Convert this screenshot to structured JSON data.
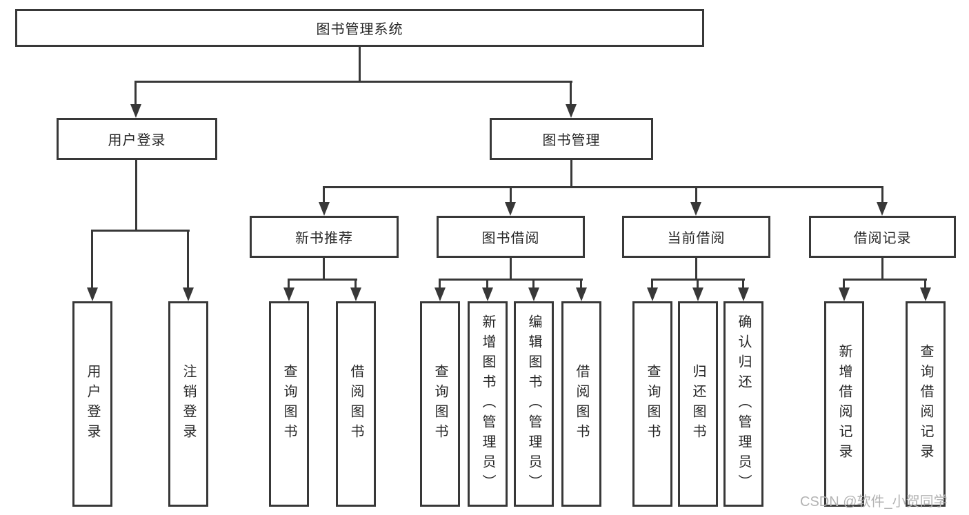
{
  "watermark": "CSDN @软件_小贺同学",
  "colors": {
    "line": "#383838",
    "text": "#262626",
    "watermark": "#b3b3b3",
    "background": "#ffffff"
  },
  "tree": {
    "root": {
      "label": "图书管理系统"
    },
    "level2": [
      {
        "id": "user-login",
        "label": "用户登录"
      },
      {
        "id": "book-management",
        "label": "图书管理"
      }
    ],
    "level3": [
      {
        "id": "new-book-recommend",
        "parent": "book-management",
        "label": "新书推荐"
      },
      {
        "id": "book-borrow",
        "parent": "book-management",
        "label": "图书借阅"
      },
      {
        "id": "current-borrow",
        "parent": "book-management",
        "label": "当前借阅"
      },
      {
        "id": "borrow-records",
        "parent": "book-management",
        "label": "借阅记录"
      }
    ],
    "leaves": [
      {
        "parent": "user-login",
        "label": "用户登录"
      },
      {
        "parent": "user-login",
        "label": "注销登录"
      },
      {
        "parent": "new-book-recommend",
        "label": "查询图书"
      },
      {
        "parent": "new-book-recommend",
        "label": "借阅图书"
      },
      {
        "parent": "book-borrow",
        "label": "查询图书"
      },
      {
        "parent": "book-borrow",
        "label": "新增图书（管理员）"
      },
      {
        "parent": "book-borrow",
        "label": "编辑图书（管理员）"
      },
      {
        "parent": "book-borrow",
        "label": "借阅图书"
      },
      {
        "parent": "current-borrow",
        "label": "查询图书"
      },
      {
        "parent": "current-borrow",
        "label": "归还图书"
      },
      {
        "parent": "current-borrow",
        "label": "确认归还（管理员）"
      },
      {
        "parent": "borrow-records",
        "label": "新增借阅记录"
      },
      {
        "parent": "borrow-records",
        "label": "查询借阅记录"
      }
    ]
  }
}
